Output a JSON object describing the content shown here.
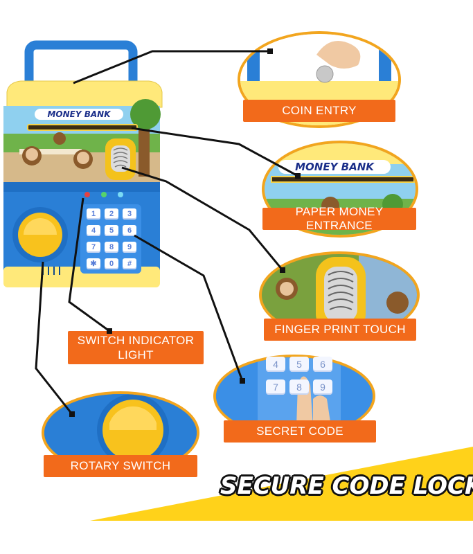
{
  "product": {
    "brand_label": "MONEY BANK"
  },
  "keypad": {
    "keys": [
      "1",
      "2",
      "3",
      "4",
      "5",
      "6",
      "7",
      "8",
      "9",
      "✱",
      "0",
      "#"
    ]
  },
  "zoom_keypad": {
    "keys": [
      "4",
      "5",
      "6",
      "7",
      "8",
      "9"
    ]
  },
  "callouts": {
    "coin_entry": "COIN ENTRY",
    "paper_money": "PAPER MONEY ENTRANCE",
    "finger_print": "FINGER PRINT TOUCH",
    "switch_indicator_line1": "SWITCH INDICATOR",
    "switch_indicator_line2": "LIGHT",
    "secret_code": "SECRET CODE",
    "rotary_switch": "ROTARY SWITCH"
  },
  "banner": {
    "text": "SECURE CODE LOCK"
  },
  "colors": {
    "label_orange": "#f26a1b",
    "banner_yellow": "#ffd21a",
    "body_blue": "#2a7fd6",
    "body_yellow": "#ffe97a",
    "oval_border": "#f2a51e"
  }
}
